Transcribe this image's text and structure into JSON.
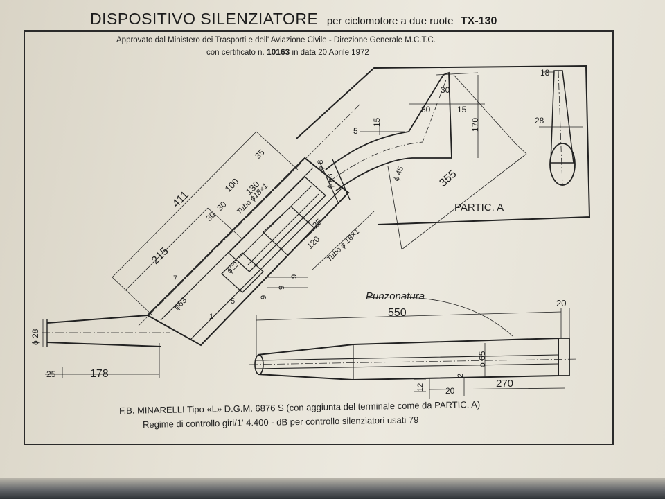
{
  "header": {
    "title": "DISPOSITIVO SILENZIATORE",
    "subtitle": "per ciclomotore a due ruote",
    "model": "TX-130",
    "approval": "Approvato dal Ministero dei Trasporti e dell' Aviazione Civile - Direzione Generale M.C.T.C.",
    "cert_prefix": "con certificato n.",
    "cert_number": "10163",
    "cert_date": "in data 20 Aprile 1972"
  },
  "detail_a": {
    "label": "PARTIC. A",
    "dims": {
      "d355": "355",
      "d170": "170",
      "d30": "30",
      "d80": "80",
      "d15a": "15",
      "d15b": "15",
      "d5": "5",
      "phi45": "ϕ 45",
      "d18": "18",
      "d28": "28"
    }
  },
  "main_body": {
    "dims": {
      "d411": "411",
      "d215": "215",
      "d100": "100",
      "d130": "130",
      "d35": "35",
      "d30a": "30",
      "d30b": "30",
      "d25": "25",
      "d120": "120",
      "d7": "7",
      "d5": "5",
      "d1": "1",
      "d9a": "9",
      "d9b": "9",
      "d9c": "9",
      "phi63": "ϕ63",
      "phi63b": "ϕ 63",
      "phi22": "ϕ22",
      "phi8": "ϕ 8",
      "tube18": "Tubo ϕ18×1",
      "tube16": "Tubo ϕ 16×1"
    }
  },
  "inlet": {
    "dims": {
      "d25": "25",
      "d178": "178",
      "phi28": "ϕ 28"
    }
  },
  "tailpipe": {
    "label": "Punzonatura",
    "dims": {
      "d550": "550",
      "d20a": "20",
      "d65": "ϕ 65",
      "d270": "270",
      "d12": "12",
      "d20b": "20",
      "d2": "2"
    }
  },
  "footer": {
    "line1": "F.B. MINARELLI Tipo «L» D.G.M. 6876 S (con aggiunta del terminale come da PARTIC. A)",
    "line2": "Regime di controllo giri/1' 4.400 - dB per controllo silenziatori usati 79"
  }
}
